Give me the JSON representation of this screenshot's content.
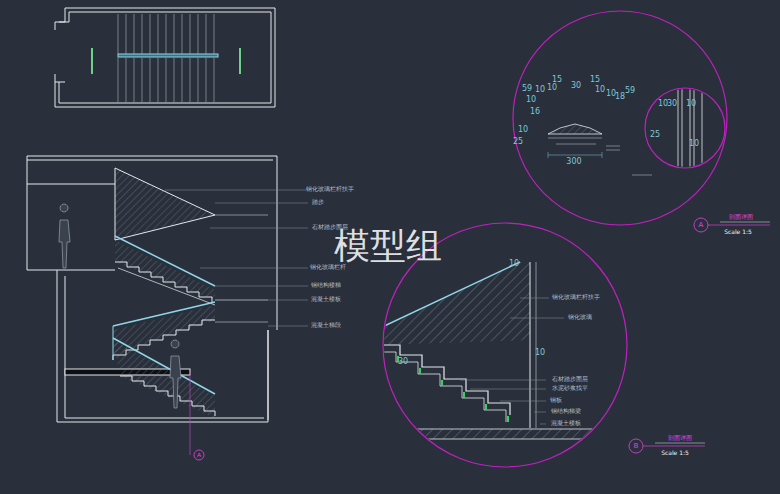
{
  "diagram": {
    "labels": [
      "模型组",
      "钢化玻璃栏杆扶手",
      "踏步",
      "石材踏步面层",
      "钢化玻璃栏杆",
      "钢结构楼梯",
      "混凝土楼板",
      "混凝土梯段",
      "59",
      "10",
      "10",
      "15",
      "30",
      "15",
      "10",
      "10",
      "18",
      "59",
      "10",
      "16",
      "10",
      "25",
      "300",
      "10",
      "30",
      "10",
      "25",
      "10",
      "剖面详图",
      "Scale 1:5",
      "A",
      "钢化玻璃栏杆扶手",
      "钢化玻璃",
      "石材踏步面层",
      "水泥砂浆找平",
      "钢板",
      "钢结构梯梁",
      "混凝土楼板",
      "10",
      "10",
      "30",
      "剖面详图",
      "Scale 1:5",
      "B",
      "A"
    ]
  }
}
